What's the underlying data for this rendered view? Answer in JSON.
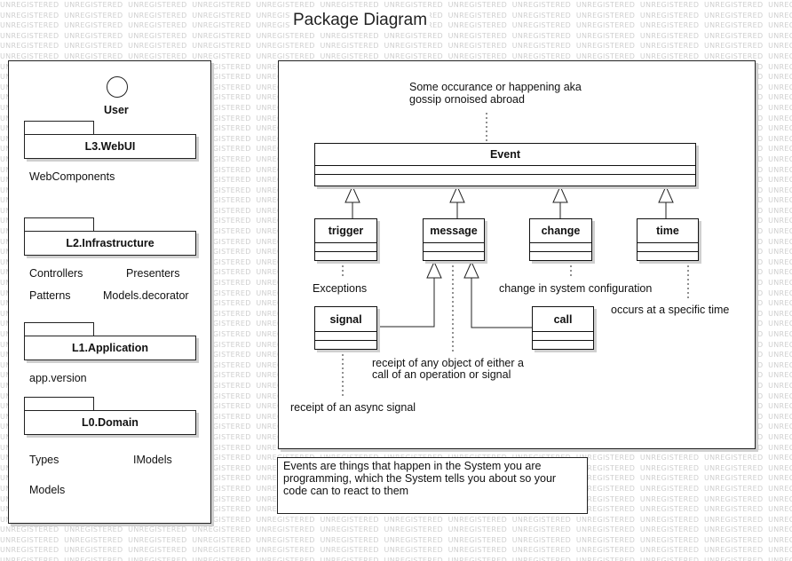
{
  "watermark_text": "UNREGISTERED",
  "title": "Package Diagram",
  "layers_panel": {
    "actor_label": "User",
    "packages": [
      {
        "name": "L3.WebUI",
        "items": [
          "WebComponents"
        ]
      },
      {
        "name": "L2.Infrastructure",
        "items": [
          "Controllers",
          "Presenters",
          "Patterns",
          "Models.decorator"
        ]
      },
      {
        "name": "L1.Application",
        "items": [
          "app.version"
        ]
      },
      {
        "name": "L0.Domain",
        "items": [
          "Types",
          "IModels",
          "Models"
        ]
      }
    ]
  },
  "event_diagram": {
    "root": "Event",
    "root_note": [
      "Some occurance or happening aka",
      "gossip ornoised abroad"
    ],
    "subclasses": [
      "trigger",
      "message",
      "change",
      "time"
    ],
    "message_subclasses": [
      "signal",
      "call"
    ],
    "annotations": {
      "trigger": "Exceptions",
      "change": "change in system configuration",
      "time": "occurs at a specific time",
      "message": [
        "receipt of any object of either a",
        "call of an operation or signal"
      ],
      "signal": "receipt of an async signal"
    }
  },
  "note": [
    "Events are things that happen in the System you are",
    "programming, which the System tells you about so your",
    "code can to react to them"
  ]
}
